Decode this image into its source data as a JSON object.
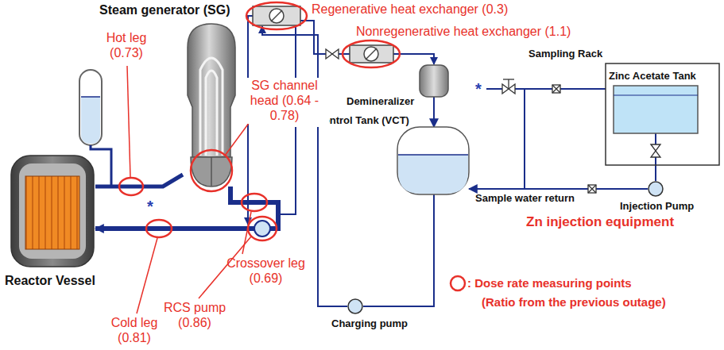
{
  "diagram": {
    "nodes": [
      {
        "text": [
          "Reactor Vessel"
        ]
      },
      {
        "text": [
          "Steam generator (SG)"
        ]
      },
      {
        "text": [
          "Demineralizer"
        ]
      },
      {
        "text": [
          "Volume control Tank (VCT)"
        ]
      },
      {
        "text": [
          "Charging pump"
        ]
      },
      {
        "text": [
          "Zinc Acetate Tank"
        ]
      },
      {
        "text": [
          "Injection Pump"
        ]
      }
    ],
    "edges": [
      {
        "from": 0,
        "to": 1,
        "arrow": "none"
      },
      {
        "from": 1,
        "to": 0,
        "arrow": "to"
      },
      {
        "from": 2,
        "to": 3,
        "arrow": "to"
      },
      {
        "from": 3,
        "to": 4,
        "arrow": "none"
      },
      {
        "from": 5,
        "to": 6,
        "arrow": "none"
      },
      {
        "from": 6,
        "to": 3,
        "label": "Sample water return",
        "arrow": "to"
      }
    ],
    "labels": [
      "Regenerative heat exchanger (0.3)",
      "Nonregenerative heat exchanger (1.1)",
      "Hot leg (0.73)",
      "SG channel head (0.64 - 0.78)",
      "Sampling Rack",
      "*",
      "*",
      "Zn injection equipment",
      "Crossover leg (0.69)",
      "Cold leg (0.81)",
      "RCS pump (0.86)",
      "(Ratio from the previous outage)"
    ],
    "legend": [
      {
        "text": ": Dose rate measuring points"
      }
    ]
  }
}
